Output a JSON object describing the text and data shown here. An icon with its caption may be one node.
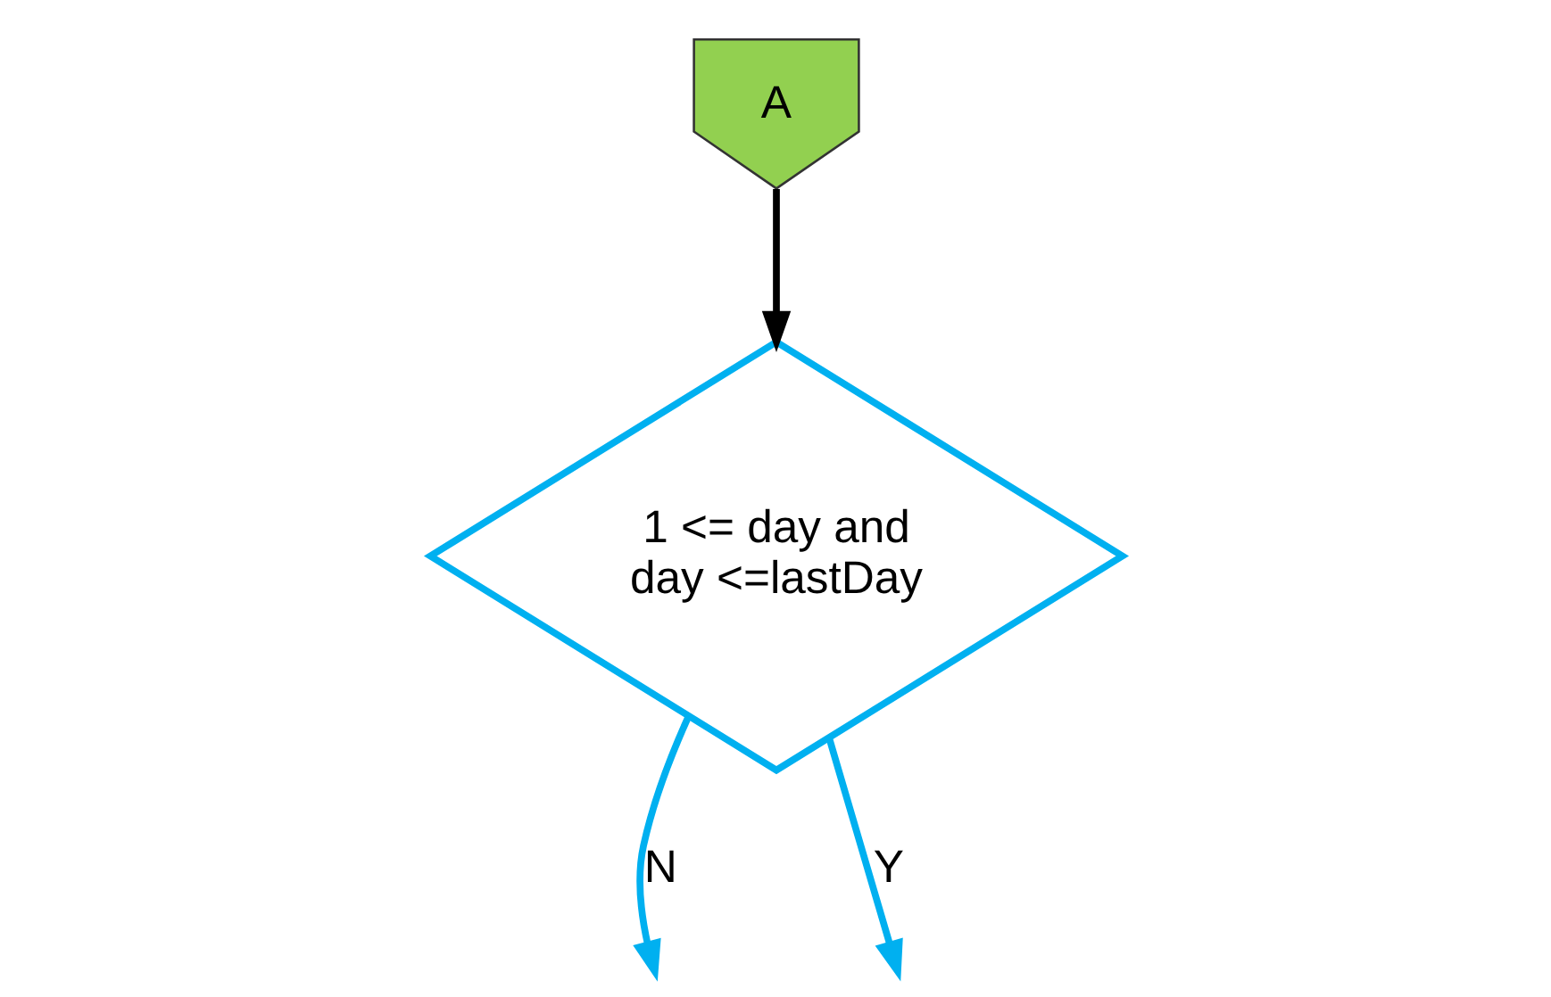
{
  "diagram": {
    "nodes": [
      {
        "text": [
          "A"
        ]
      },
      {
        "text": [
          "1 <= day and day <=lastDay"
        ]
      }
    ],
    "edges": [
      {
        "from": 0,
        "to": 1,
        "arrow": "to",
        "color": "#000000"
      },
      {
        "from": 1,
        "to": null,
        "arrow": "to",
        "label": "N"
      },
      {
        "from": 1,
        "to": null,
        "arrow": "to",
        "label": "Y"
      }
    ]
  }
}
